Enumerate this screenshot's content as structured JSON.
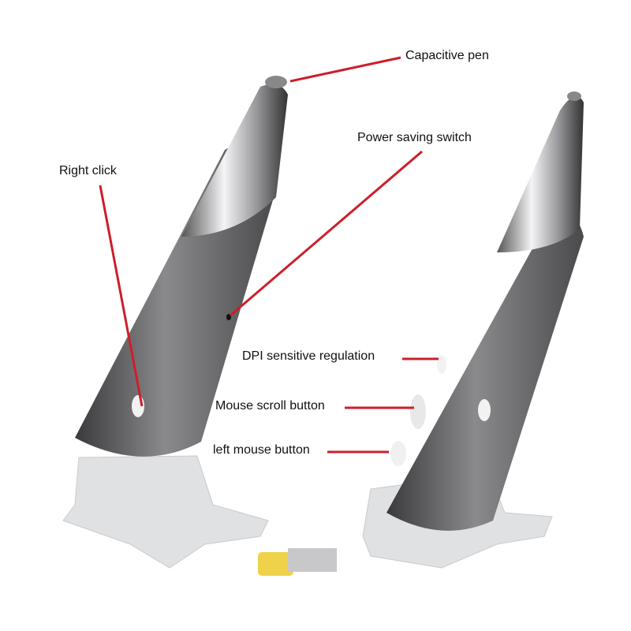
{
  "labels": {
    "capacitive_pen": "Capacitive pen",
    "power_saving_switch": "Power saving switch",
    "right_click": "Right click",
    "dpi_regulation": "DPI sensitive regulation",
    "scroll_button": "Mouse scroll button",
    "left_button": "left mouse button"
  },
  "colors": {
    "leader_line": "#cc1f2a",
    "body_gray": "#6e6e70",
    "chrome": "#d9d9dc",
    "stand": "#d8dadc",
    "usb_yellow": "#f0d24a"
  }
}
